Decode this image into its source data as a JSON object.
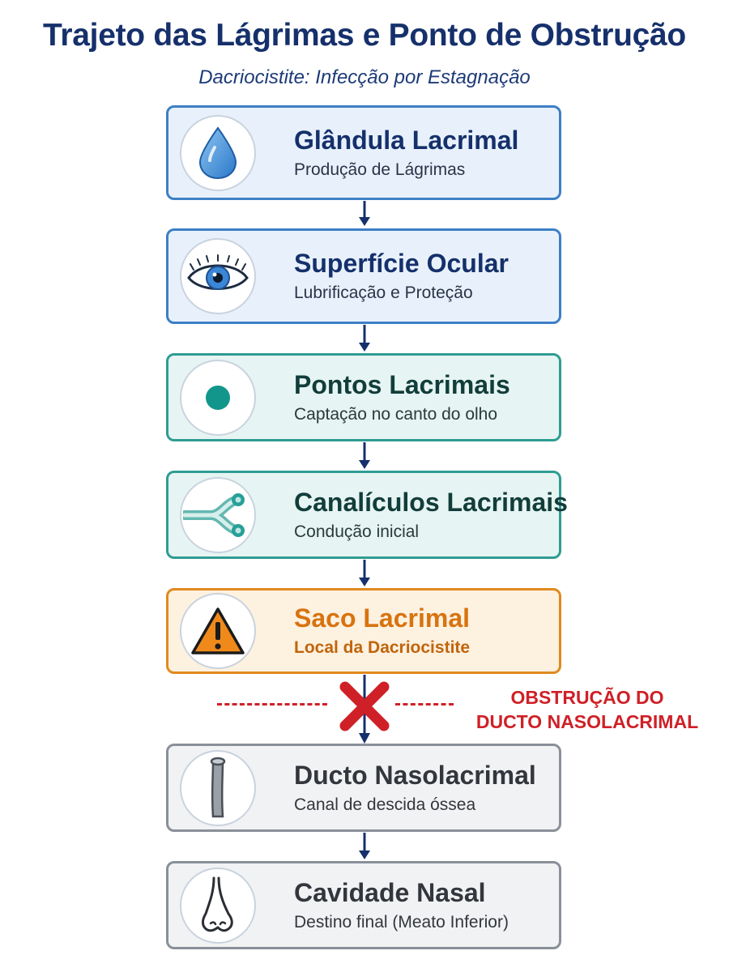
{
  "title": "Trajeto das Lágrimas e Ponto de Obstrução",
  "subtitle": "Dacriocistite: Infecção por Estagnação",
  "steps": [
    {
      "name": "Glândula Lacrimal",
      "desc": "Produção de Lágrimas",
      "icon": "teardrop-icon"
    },
    {
      "name": "Superfície Ocular",
      "desc": "Lubrificação e Proteção",
      "icon": "eye-icon"
    },
    {
      "name": "Pontos Lacrimais",
      "desc": "Captação no canto do olho",
      "icon": "dot-icon"
    },
    {
      "name": "Canalículos Lacrimais",
      "desc": "Condução inicial",
      "icon": "branching-tube-icon"
    },
    {
      "name": "Saco Lacrimal",
      "desc": "Local da Dacriocistite",
      "icon": "warning-icon"
    },
    {
      "name": "Ducto Nasolacrimal",
      "desc": "Canal de descida óssea",
      "icon": "tube-icon"
    },
    {
      "name": "Cavidade Nasal",
      "desc": "Destino final (Meato Inferior)",
      "icon": "nose-icon"
    }
  ],
  "obstruction": {
    "line1": "OBSTRUÇÃO DO",
    "line2": "DUCTO NASOLACRIMAL"
  },
  "colors": {
    "blue": "#3d7fc6",
    "teal": "#2f9c93",
    "orange": "#e08a1e",
    "gray": "#8a9099",
    "red": "#cf2027",
    "title": "#15306b"
  }
}
